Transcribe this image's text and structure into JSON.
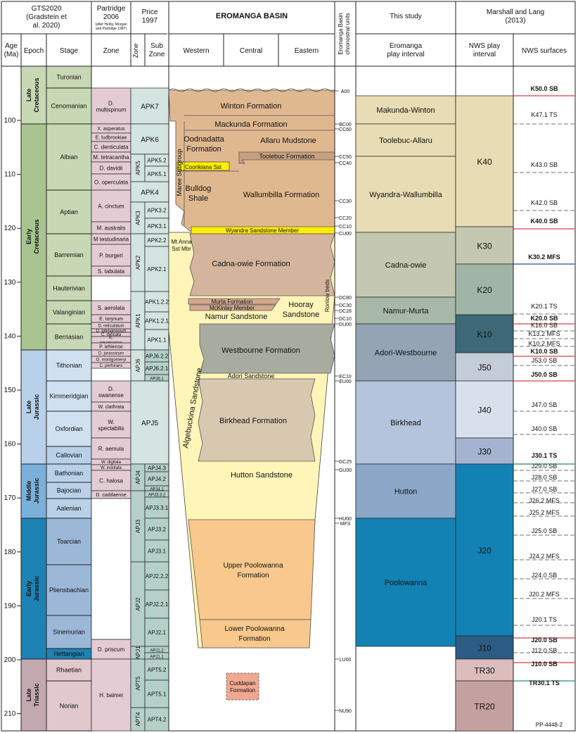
{
  "headers": {
    "gts": "GTS2020",
    "gts_sub": "(Gradstein et",
    "gts_sub2": "al. 2020)",
    "partridge": "Partridge",
    "partridge_year": "2006",
    "partridge_note": "(after Helby, Morgan",
    "partridge_note2": "and Partridge 1987)",
    "price": "Price",
    "price_year": "1997",
    "basin_title": "EROMANGA BASIN",
    "chrono_label": "Eromanga Basin",
    "chrono_label2": "chronostrat units",
    "this_study": "This study",
    "marshall": "Marshall and Lang",
    "marshall_year": "(2013)",
    "age": "Age",
    "age_unit": "(Ma)",
    "epoch": "Epoch",
    "stage": "Stage",
    "zone": "Zone",
    "price_zone": "Zone",
    "sub": "Sub",
    "sub2": "Zone",
    "western": "Western",
    "central": "Central",
    "eastern": "Eastern",
    "play_interval": "Eromanga",
    "play_interval2": "play interval",
    "nws_play": "NWS play",
    "nws_play2": "interval",
    "nws_surfaces": "NWS surfaces"
  },
  "age_ticks": [
    "100",
    "110",
    "120",
    "130",
    "140",
    "150",
    "160",
    "170",
    "180",
    "190",
    "200",
    "210"
  ],
  "epochs": [
    {
      "label1": "Late",
      "label2": "Cretaceous",
      "color": "#c8d8b4"
    },
    {
      "label1": "Early",
      "label2": "Cretaceous",
      "color": "#a8c490"
    },
    {
      "label1": "Late",
      "label2": "Jurassic",
      "color": "#b8d0ea"
    },
    {
      "label1": "Middle",
      "label2": "Jurassic",
      "color": "#7ab0da"
    },
    {
      "label1": "Early",
      "label2": "Jurassic",
      "color": "#1e82b4"
    },
    {
      "label1": "Late",
      "label2": "Triassic",
      "color": "#b49eb4"
    }
  ],
  "stages": [
    {
      "name": "Turonian",
      "color": "#c8d8b4"
    },
    {
      "name": "Cenomanian",
      "color": "#c8d8b4"
    },
    {
      "name": "Albian",
      "color": "#c8d8b4"
    },
    {
      "name": "Aptian",
      "color": "#c8d8b4"
    },
    {
      "name": "Barremian",
      "color": "#c8d8b4"
    },
    {
      "name": "Hauterivian",
      "color": "#c8d8b4"
    },
    {
      "name": "Valanginian",
      "color": "#c8d8b4"
    },
    {
      "name": "Berriasian",
      "color": "#c8d8b4"
    },
    {
      "name": "Tithonian",
      "color": "#cfe0f0"
    },
    {
      "name": "Kimmeridgian",
      "color": "#cfe0f0"
    },
    {
      "name": "Oxfordian",
      "color": "#cfe0f0"
    },
    {
      "name": "Callovian",
      "color": "#b8d0e8"
    },
    {
      "name": "Bathonian",
      "color": "#b8d0e8"
    },
    {
      "name": "Bajocian",
      "color": "#b8d0e8"
    },
    {
      "name": "Aalenian",
      "color": "#b8d0e8"
    },
    {
      "name": "Toarcian",
      "color": "#9cb8d8"
    },
    {
      "name": "Pliensbachian",
      "color": "#9cb8d8"
    },
    {
      "name": "Sinemurian",
      "color": "#9cb8d8"
    },
    {
      "name": "Hettangian",
      "color": "#1e82b4"
    },
    {
      "name": "Rhaetian",
      "color": "#e0c8cc"
    },
    {
      "name": "Norian",
      "color": "#e0c8cc"
    }
  ],
  "spore_zones": [
    {
      "name": "D.",
      "name2": "multispinum"
    },
    {
      "name": "X. asperatus"
    },
    {
      "name": "E. ludbrookiae"
    },
    {
      "name": "C. denticulata"
    },
    {
      "name": "M. tetracantha"
    },
    {
      "name": "D. davidii"
    },
    {
      "name": "O. operculata"
    },
    {
      "name": "A. cinctum"
    },
    {
      "name": "M. australis"
    },
    {
      "name": "M testudinaria"
    },
    {
      "name": "P. burgeri"
    },
    {
      "name": "S. tabulata"
    },
    {
      "name": "S. aerolata"
    },
    {
      "name": "E. torynum"
    },
    {
      "name": "D. reticulatum"
    },
    {
      "name": "D. lobispinosum"
    },
    {
      "name": "C. delicata"
    },
    {
      "name": "K.",
      "name2": "wisemaniae"
    },
    {
      "name": "P. iehiense"
    },
    {
      "name": "D. jurassicum"
    },
    {
      "name": "O. montgomeryi"
    },
    {
      "name": "C. perforans"
    },
    {
      "name": "D.",
      "name2": "swanense"
    },
    {
      "name": "W. clathrata"
    },
    {
      "name": "W.",
      "name2": "spectabilis"
    },
    {
      "name": "R. aemula"
    },
    {
      "name": "W. digitata"
    },
    {
      "name": "W. indotata"
    },
    {
      "name": "C. halosa"
    },
    {
      "name": "D. caddaense"
    },
    {
      "name": "D. priscum"
    },
    {
      "name": "H. balmei"
    }
  ],
  "price_zones": [
    "APK7",
    "APK6",
    "APK5",
    "APK4",
    "APK3",
    "APK2",
    "APK1",
    "APJ6",
    "APJ5",
    "APJ4",
    "APJ3",
    "APJ2",
    "APJ1",
    "APT5",
    "APT4"
  ],
  "price_subzones": [
    "APK5.2",
    "APK5.1",
    "APK3.2",
    "APK3.1",
    "APK2.2",
    "APK2.1",
    "APK1.2.2",
    "APK1.2.1",
    "APK1.1",
    "APJ6.2.2",
    "APJ6.2.1",
    "APJ6.1",
    "APJ4.3",
    "APJ4.2",
    "APJ4.1",
    "APJ3.3.2",
    "APJ3.3.1",
    "APJ3.2",
    "APJ3.1",
    "APJ2.2.2",
    "APJ2.2.1",
    "APJ2.1",
    "APJ1.2",
    "APJ1.1",
    "APT5.2",
    "APT5.1",
    "APT4.2"
  ],
  "formations": {
    "winton": "Winton Formation",
    "mackunda": "Mackunda Formation",
    "oodnadatta": "Oodnadatta",
    "oodnadatta2": "Formation",
    "allaru": "Allaru Mudstone",
    "toolebuc": "Toolebuc Formation",
    "coorikiana": "Coorikiana Sst",
    "bulldog": "Bulldog",
    "bulldog2": "Shale",
    "wallumbilla": "Wallumbilla Formation",
    "maree": "Maree Subgroup",
    "wyandra": "Wyandra Sandstone Member",
    "mt_anna": "Mt Anna",
    "mt_anna2": "Sst Mbr",
    "cadna": "Cadna-owie Formation",
    "murta": "Murta Formation",
    "mckinlay": "McKinlay Member",
    "namur": "Namur Sandstone",
    "hooray": "Hooray",
    "hooray2": "Sandstone",
    "ronlow": "Ronlow beds",
    "westbourne": "Westbourne Formation",
    "adori": "Adori Sandstone",
    "algebuckina": "Algebuckina Sandstone",
    "birkhead": "Birkhead Formation",
    "hutton": "Hutton Sandstone",
    "upper_pool": "Upper Poolowanna",
    "upper_pool2": "Formation",
    "lower_pool": "Lower Poolowanna",
    "lower_pool2": "Formation",
    "cuddapan": "Cuddapan",
    "cuddapan2": "Formation"
  },
  "chrono_units": [
    "A00",
    "BC00",
    "CC60",
    "CC50",
    "CC40",
    "CC30",
    "CC20",
    "CC10",
    "CU00",
    "DC80",
    "DC30",
    "DC28",
    "DC10",
    "DU00",
    "EC10",
    "EU00",
    "GC25",
    "GU00",
    "HU00",
    "MFS",
    "LU00",
    "NU90"
  ],
  "play_intervals": [
    {
      "name": "Makunda-Winton",
      "color": "#e8dcb4"
    },
    {
      "name": "Toolebuc-Allaru",
      "color": "#e8dcb4"
    },
    {
      "name": "Wyandra-Wallumbilla",
      "color": "#e8dcb4"
    },
    {
      "name": "Cadna-owie",
      "color": "#c4c8b0"
    },
    {
      "name": "Namur-Murta",
      "color": "#a8b8a8"
    },
    {
      "name": "Adori-Westbourne",
      "color": "#94a4b4"
    },
    {
      "name": "Birkhead",
      "color": "#b4c4dc"
    },
    {
      "name": "Hutton",
      "color": "#8ca8c8"
    },
    {
      "name": "Poolowanna",
      "color": "#1282b4"
    }
  ],
  "nws_intervals": [
    {
      "name": "K40",
      "color": "#e8dcb4"
    },
    {
      "name": "K30",
      "color": "#c4c8b0"
    },
    {
      "name": "K20",
      "color": "#a0b4a8"
    },
    {
      "name": "K10",
      "color": "#3c6878"
    },
    {
      "name": "J50",
      "color": "#c4ccd8"
    },
    {
      "name": "J40",
      "color": "#d8e0ec"
    },
    {
      "name": "J30",
      "color": "#a4b4d0"
    },
    {
      "name": "J20",
      "color": "#1282b4"
    },
    {
      "name": "J10",
      "color": "#2c5c84"
    },
    {
      "name": "TR30",
      "color": "#dcbcbc"
    },
    {
      "name": "TR20",
      "color": "#c4a0a0"
    }
  ],
  "nws_surfaces": [
    {
      "name": "K50.0 SB",
      "bold": true,
      "line": "#d8404c",
      "dashed": false
    },
    {
      "name": "K47.1 TS",
      "bold": false,
      "line": "#444",
      "dashed": true
    },
    {
      "name": "K43.0 SB",
      "bold": false,
      "line": "#444",
      "dashed": true
    },
    {
      "name": "K42.0 SB",
      "bold": false,
      "line": "#444",
      "dashed": true
    },
    {
      "name": "K40.0 SB",
      "bold": true,
      "line": "#d8404c",
      "dashed": false
    },
    {
      "name": "K30.2 MFS",
      "bold": true,
      "line": "#2c4cb0",
      "dashed": false
    },
    {
      "name": "K20.1 TS",
      "bold": false,
      "line": "#444",
      "dashed": true
    },
    {
      "name": "K20.0 SB",
      "bold": true,
      "line": "#d8404c",
      "dashed": false
    },
    {
      "name": "K16.0 SB",
      "bold": false,
      "line": "#444",
      "dashed": true
    },
    {
      "name": "K13.2 MFS",
      "bold": false,
      "line": "#444",
      "dashed": true
    },
    {
      "name": "K10.2 MFS",
      "bold": false,
      "line": "#444",
      "dashed": true
    },
    {
      "name": "K10.0 SB",
      "bold": true,
      "line": "#d8404c",
      "dashed": false
    },
    {
      "name": "J53.0 SB",
      "bold": false,
      "line": "#444",
      "dashed": true
    },
    {
      "name": "J50.0 SB",
      "bold": true,
      "line": "#d8404c",
      "dashed": false
    },
    {
      "name": "J47.0 SB",
      "bold": false,
      "line": "#444",
      "dashed": true
    },
    {
      "name": "J40.0 SB",
      "bold": false,
      "line": "#444",
      "dashed": true
    },
    {
      "name": "J30.1 TS",
      "bold": true,
      "line": "#2c8c4c",
      "dashed": false
    },
    {
      "name": "J29.0 SB",
      "bold": false,
      "line": "#444",
      "dashed": true
    },
    {
      "name": "J28.0 SB",
      "bold": false,
      "line": "#444",
      "dashed": true
    },
    {
      "name": "J27.0 SB",
      "bold": false,
      "line": "#444",
      "dashed": true
    },
    {
      "name": "J26.2 MFS",
      "bold": false,
      "line": "#444",
      "dashed": true
    },
    {
      "name": "J25.2 MFS",
      "bold": false,
      "line": "#444",
      "dashed": true
    },
    {
      "name": "J25.0 SB",
      "bold": false,
      "line": "#444",
      "dashed": true
    },
    {
      "name": "J24.2 MFS",
      "bold": false,
      "line": "#444",
      "dashed": true
    },
    {
      "name": "J24.0 SB",
      "bold": false,
      "line": "#444",
      "dashed": true
    },
    {
      "name": "J20.2 MFS",
      "bold": false,
      "line": "#444",
      "dashed": true
    },
    {
      "name": "J20.1 TS",
      "bold": false,
      "line": "#444",
      "dashed": true
    },
    {
      "name": "J20.0 SB",
      "bold": true,
      "line": "#d8404c",
      "dashed": false
    },
    {
      "name": "J12.0 SB",
      "bold": false,
      "line": "#444",
      "dashed": true
    },
    {
      "name": "J10.0 SB",
      "bold": true,
      "line": "#d8404c",
      "dashed": false
    },
    {
      "name": "TR30.1 TS",
      "bold": true,
      "line": "#2c8c8c",
      "dashed": false
    }
  ],
  "footer_code": "PP-4448-2"
}
